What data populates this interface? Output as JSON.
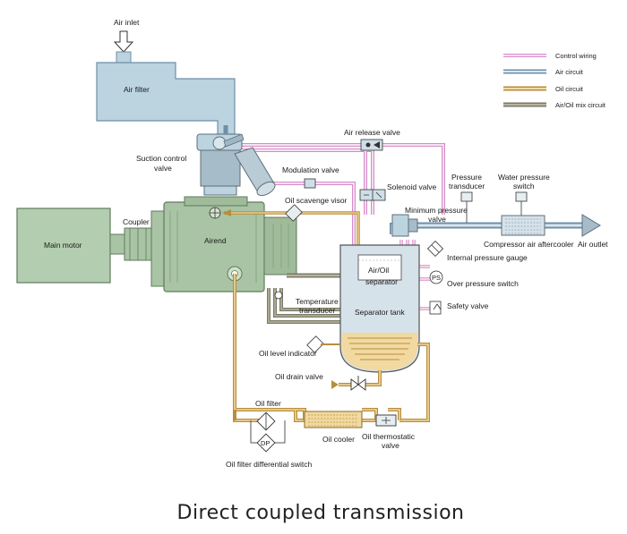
{
  "labels": {
    "air_inlet": "Air inlet",
    "air_filter": "Air  filter",
    "suction_valve_1": "Suction control",
    "suction_valve_2": "valve",
    "modulation_valve": "Modulation valve",
    "air_release_valve": "Air release valve",
    "solenoid_valve": "Solenoid valve",
    "oil_scavenge_visor": "Oil scavenge visor",
    "min_pressure_1": "Minimum pressure",
    "min_pressure_2": "valve",
    "pressure_transducer_1": "Pressure",
    "pressure_transducer_2": "transducer",
    "water_pressure_switch_1": "Water pressure",
    "water_pressure_switch_2": "switch",
    "aftercooler": "Compressor air aftercooler",
    "air_outlet": "Air outlet",
    "coupler": "Coupler",
    "main_motor": "Main  motor",
    "airend": "Airend",
    "separator_1": "Air/Oil",
    "separator_2": "separator",
    "separator_tank": "Separator tank",
    "internal_gauge": "Internal pressure gauge",
    "over_pressure": "Over pressure switch",
    "safety_valve": "Safety valve",
    "temp_transducer_1": "Temperature",
    "temp_transducer_2": "transducer",
    "oil_level": "Oil level indicator",
    "oil_drain": "Oil drain valve",
    "oil_filter": "Oil filter",
    "oil_cooler": "Oil cooler",
    "oil_thermostatic_1": "Oil thermostatic",
    "oil_thermostatic_2": "valve",
    "oil_filter_diff": "Oil filter differential switch",
    "ps_symbol": "PS",
    "dp_symbol": "DP"
  },
  "legend": {
    "control_wiring": "Control wiring",
    "air_circuit": "Air circuit",
    "oil_circuit": "Oil circuit",
    "mix_circuit": "Air/Oil mix circuit"
  },
  "caption": "Direct coupled transmission",
  "colors": {
    "control_wiring": "#d68cc8",
    "air_circuit": "#6e8fa8",
    "oil_circuit": "#c9a04e",
    "mix_circuit": "#8a8a7a",
    "component_blue": "#bcd3e0",
    "machine_green": "#a9c4a4",
    "motor_green": "#b3cdb0",
    "oil_fill": "#f1d9a0"
  }
}
